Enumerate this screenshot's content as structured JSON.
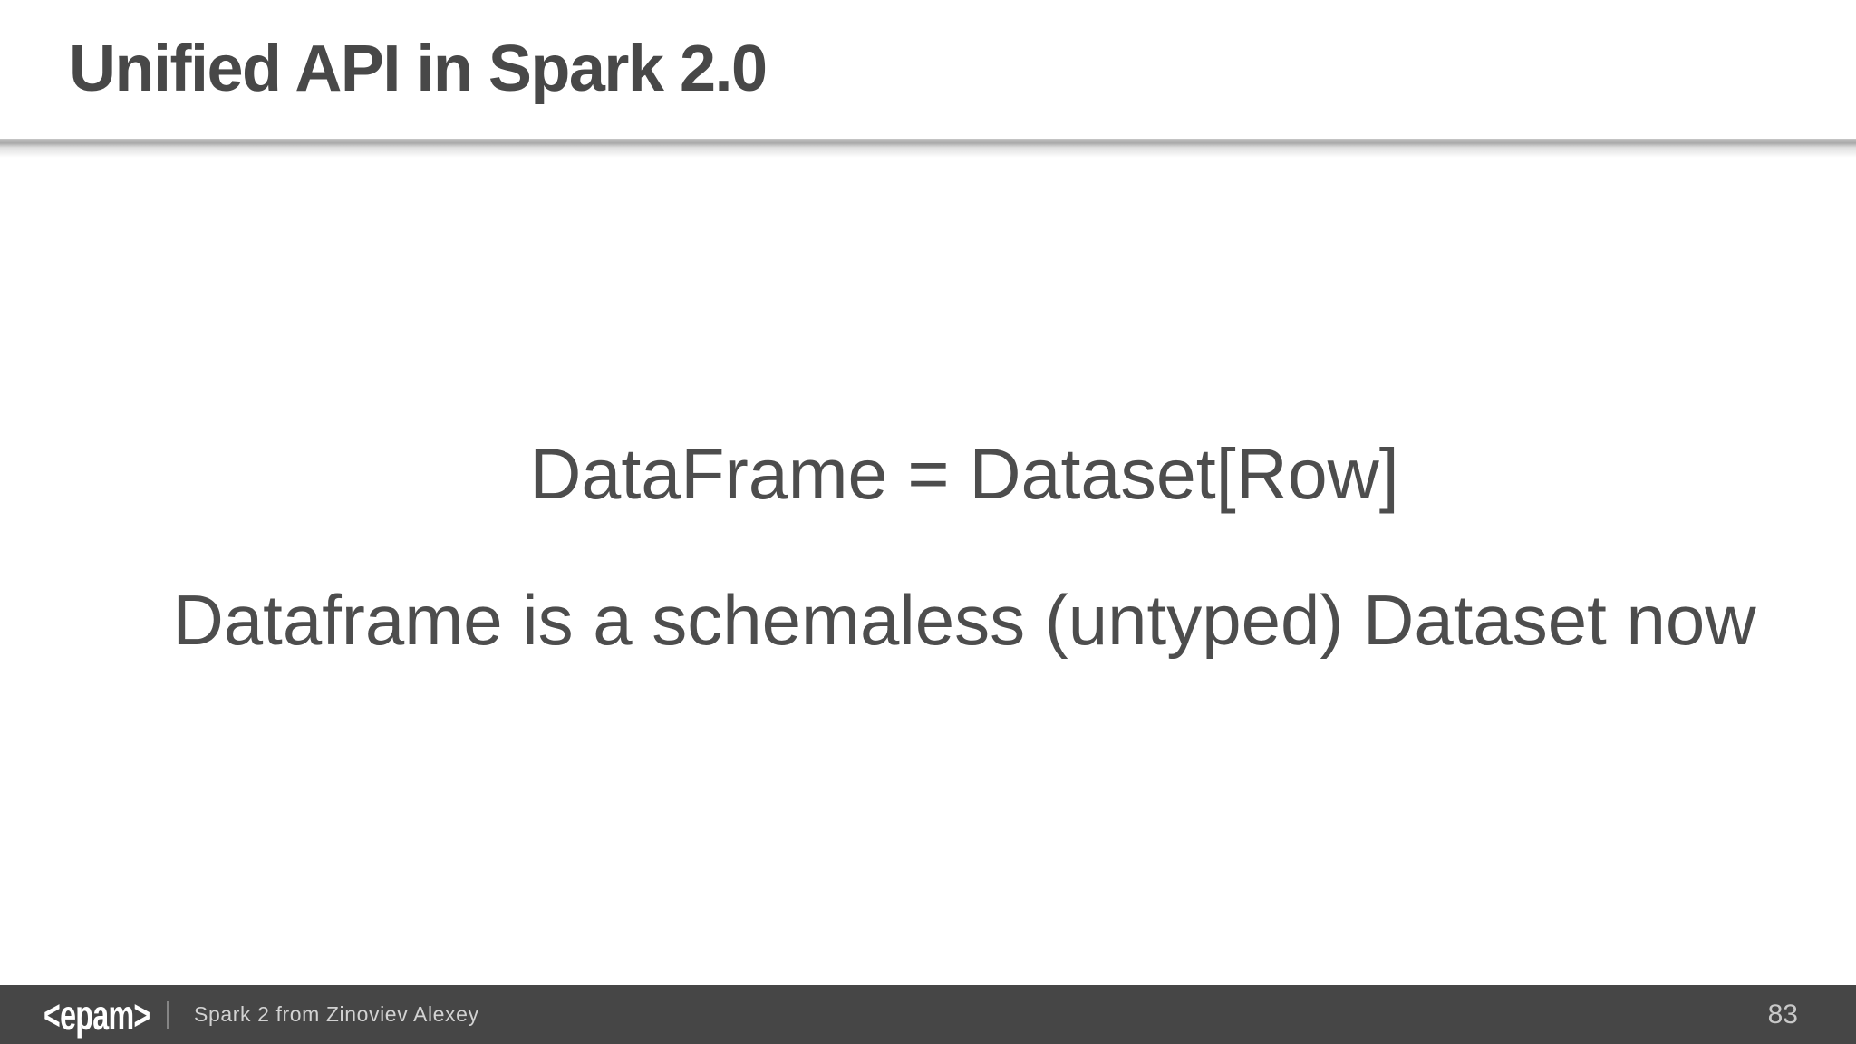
{
  "header": {
    "title": "Unified API in Spark 2.0"
  },
  "content": {
    "statement": "DataFrame = Dataset[Row]",
    "description": "Dataframe is a schemaless (untyped) Dataset now"
  },
  "footer": {
    "logo_text": "<epam>",
    "credit": "Spark 2 from Zinoviev Alexey",
    "page_number": "83"
  },
  "colors": {
    "title_text": "#484848",
    "body_text": "#4d4d4d",
    "divider": "#a9a9a9",
    "footer_bg": "#464646",
    "footer_text": "#d2d2d2",
    "footer_separator": "#858585",
    "logo_text": "#ffffff",
    "page_number_text": "#c8c8c8"
  }
}
